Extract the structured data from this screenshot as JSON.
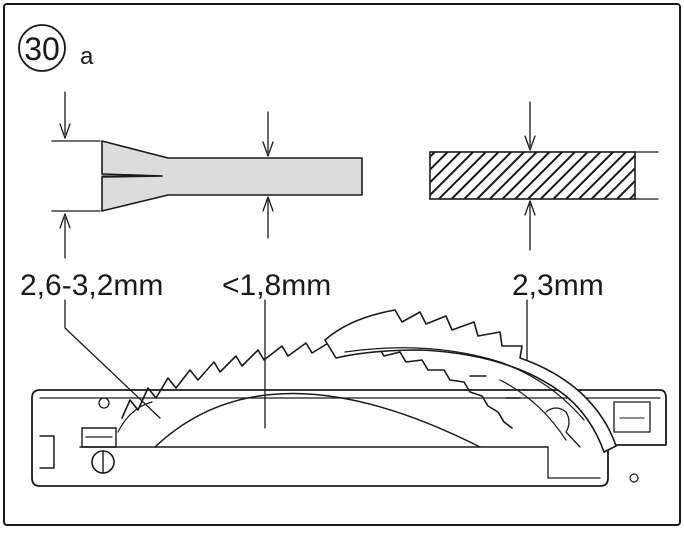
{
  "figure": {
    "step_number": "30",
    "step_letter": "a"
  },
  "dimensions": {
    "riving_knife_width": "2,6-3,2mm",
    "blade_body_thickness": "<1,8mm",
    "splitter_thickness": "2,3mm"
  },
  "colors": {
    "line": "#1a1a1a",
    "blade_fill": "#dcdcdc",
    "background": "#ffffff"
  }
}
